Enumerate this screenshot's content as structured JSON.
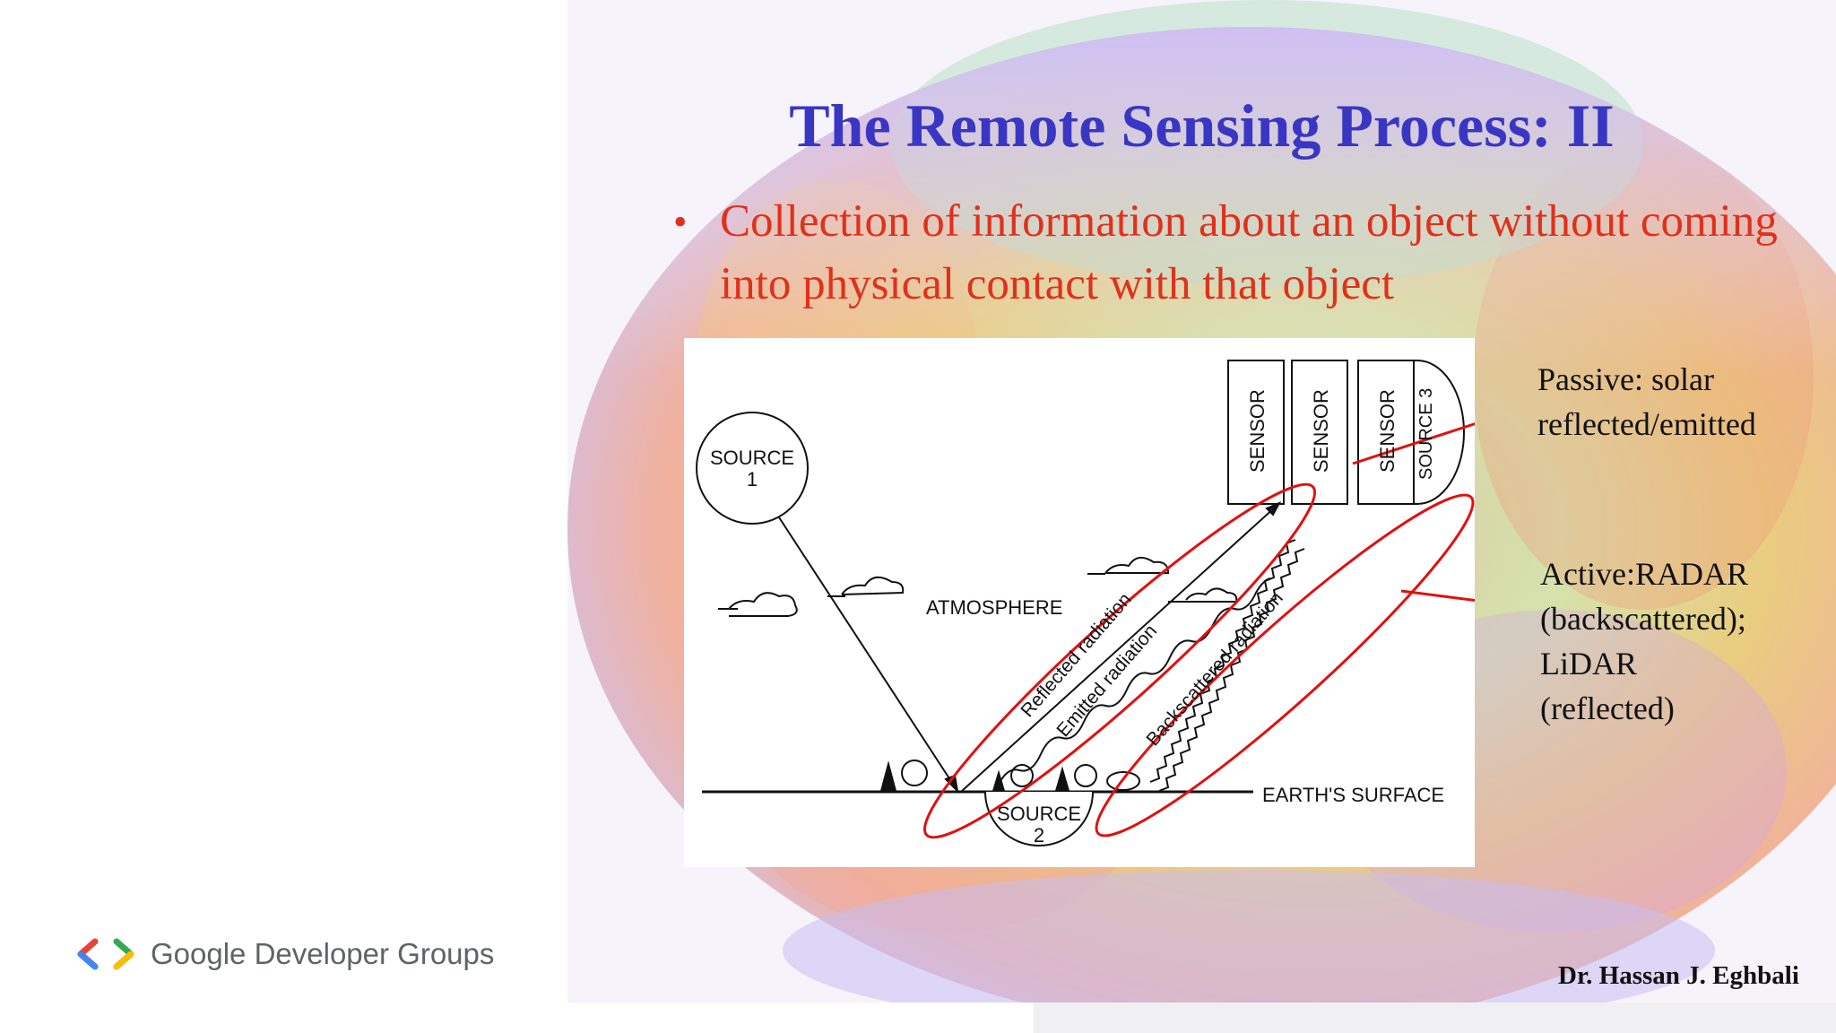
{
  "slide": {
    "title": "The Remote Sensing Process: II",
    "bullet": "Collection of information about an object without coming into physical contact with that object",
    "credit": "Dr. Hassan J. Eghbali"
  },
  "diagram": {
    "source1": [
      "SOURCE",
      "1"
    ],
    "source2": [
      "SOURCE",
      "2"
    ],
    "source3": "SOURCE 3",
    "sensor": "SENSOR",
    "atmosphere": "ATMOSPHERE",
    "earth_surface": "EARTH'S SURFACE",
    "reflected": "Reflected radiation",
    "emitted": "Emitted radiation",
    "backscattered": "Backscattered radiation"
  },
  "notes": {
    "passive": [
      "Passive: solar",
      "reflected/emitted"
    ],
    "active": [
      "Active:RADAR",
      "(backscattered);",
      "LiDAR",
      "(reflected)"
    ]
  },
  "branding": {
    "name": "Google Developer Groups"
  },
  "colors": {
    "title": "#3a36c4",
    "bullet": "#e0311c",
    "highlight": "#e01010"
  }
}
